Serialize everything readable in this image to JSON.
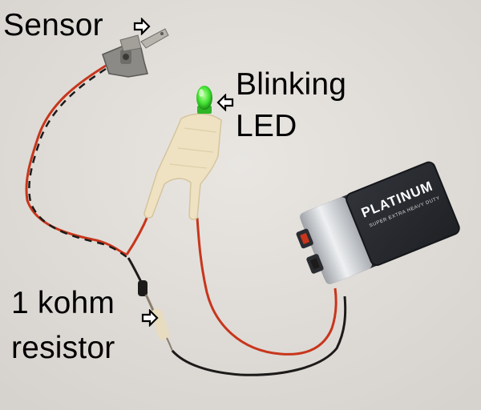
{
  "labels": {
    "sensor": "Sensor",
    "led_line1": "Blinking",
    "led_line2": "LED",
    "resistor_line1": "1 kohm",
    "resistor_line2": "resistor"
  },
  "battery": {
    "brand": "PLATINUM",
    "tagline": "SUPER EXTRA HEAVY DUTY"
  },
  "colors": {
    "background": "#e4e1dd",
    "wire_red": "#c7361c",
    "wire_black": "#1c1b1a",
    "led_green": "#3fe030",
    "tape": "#efe2c2",
    "battery_body": "#2a2c31",
    "battery_silver": "#c8cacd"
  },
  "icons": {
    "arrow": "outlined-right-arrow-icon"
  }
}
